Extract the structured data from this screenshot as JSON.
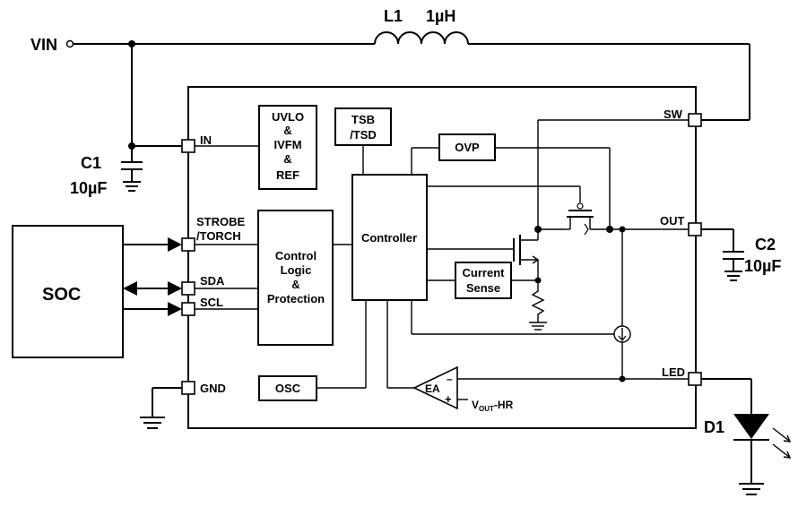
{
  "diagram": {
    "terminals": {
      "vin": "VIN"
    },
    "components": {
      "l1": {
        "ref": "L1",
        "value": "1µH"
      },
      "c1": {
        "ref": "C1",
        "value": "10µF"
      },
      "c2": {
        "ref": "C2",
        "value": "10µF"
      },
      "d1": {
        "ref": "D1"
      },
      "soc": "SOC"
    },
    "pins": {
      "in": "IN",
      "strobe_line1": "STROBE",
      "strobe_line2": "/TORCH",
      "sda": "SDA",
      "scl": "SCL",
      "gnd": "GND",
      "sw": "SW",
      "out": "OUT",
      "led": "LED"
    },
    "blocks": {
      "uvlo": [
        "UVLO",
        "&",
        "IVFM",
        "&",
        "REF"
      ],
      "tsb": [
        "TSB",
        "/TSD"
      ],
      "control_logic": [
        "Control",
        "Logic",
        "&",
        "Protection"
      ],
      "controller": "Controller",
      "ovp": "OVP",
      "current_sense": [
        "Current",
        "Sense"
      ],
      "osc": "OSC",
      "ea": "EA",
      "ea_minus": "–",
      "ea_plus": "+",
      "vref_main": "V",
      "vref_sub": "OUT",
      "vref_suffix": "-HR"
    }
  }
}
